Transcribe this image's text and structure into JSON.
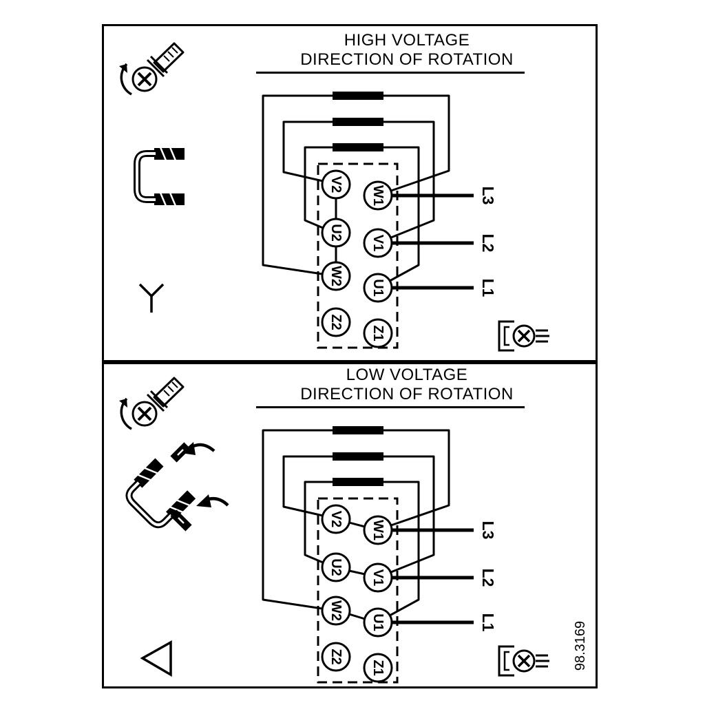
{
  "drawing": {
    "part_number": "98.3169",
    "kind": "motor-terminal-wiring-diagram"
  },
  "colors": {
    "ink": "#000000",
    "paper": "#ffffff"
  },
  "panels": [
    {
      "id": "high-voltage",
      "title_line1": "HIGH VOLTAGE",
      "title_line2": "DIRECTION OF ROTATION",
      "connection_type": "star",
      "terminals_left": [
        "V2",
        "U2",
        "W2",
        "Z2"
      ],
      "terminals_right": [
        "W1",
        "V1",
        "U1",
        "Z1"
      ],
      "supply_lines": [
        "L3",
        "L2",
        "L1"
      ],
      "icons": [
        "screw-rotation-icon",
        "wire-jumper-straight-icon",
        "star-symbol-icon",
        "ground-screw-icon"
      ]
    },
    {
      "id": "low-voltage",
      "title_line1": "LOW VOLTAGE",
      "title_line2": "DIRECTION OF ROTATION",
      "connection_type": "delta",
      "terminals_left": [
        "V2",
        "U2",
        "W2",
        "Z2"
      ],
      "terminals_right": [
        "W1",
        "V1",
        "U1",
        "Z1"
      ],
      "supply_lines": [
        "L3",
        "L2",
        "L1"
      ],
      "icons": [
        "screw-rotation-icon",
        "wire-jumper-angled-icon",
        "delta-symbol-icon",
        "ground-screw-icon"
      ]
    }
  ]
}
